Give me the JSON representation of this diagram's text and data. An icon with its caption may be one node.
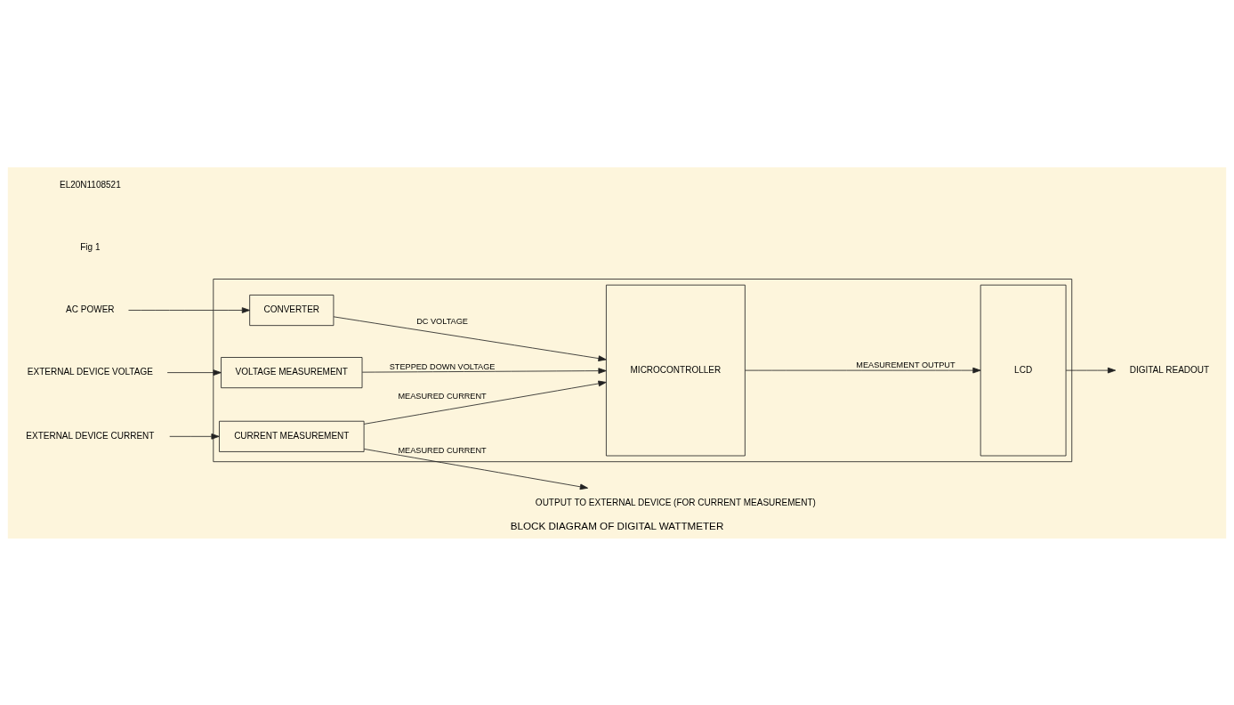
{
  "diagram": {
    "title": "BLOCK DIAGRAM OF DIGITAL WATTMETER",
    "nodes": [
      {
        "text": [],
        "shape": "box"
      },
      {
        "text": [
          "EXTERNAL DEVICE VOLTAGE"
        ]
      },
      {
        "text": [
          "VOLTAGE MEASUREMENT"
        ],
        "in": 0
      },
      {
        "text": [
          "EXTERNAL DEVICE CURRENT"
        ]
      },
      {
        "text": [
          "CURRENT MEASUREMENT"
        ],
        "in": 0
      },
      {
        "text": [
          "MICROCONTROLLER"
        ],
        "in": 0
      },
      {
        "text": [
          "CONVERTER"
        ],
        "in": 0
      },
      {
        "text": [
          "LCD"
        ],
        "in": 0
      },
      {
        "text": [
          "DIGITAL READOUT"
        ]
      },
      {
        "text": [
          "OUTPUT TO EXTERNAL DEVICE (FOR CURRENT MEASUREMENT)"
        ]
      },
      {
        "text": [
          "AC POWER"
        ]
      }
    ],
    "edges": [
      {
        "from": 1,
        "to": 2,
        "arrow": "to"
      },
      {
        "from": 2,
        "to": 5,
        "arrow": "to",
        "label": "STEPPED DOWN VOLTAGE"
      },
      {
        "from": 3,
        "to": 4,
        "arrow": "to"
      },
      {
        "from": 4,
        "to": 5,
        "arrow": "to",
        "label": "MEASURED CURRENT"
      },
      {
        "from": 5,
        "to": 7,
        "arrow": "to",
        "label": "MEASUREMENT OUTPUT"
      },
      {
        "from": 7,
        "to": 8,
        "arrow": "to"
      },
      {
        "from": 6,
        "to": 5,
        "arrow": "to",
        "label": "DC VOLTAGE"
      },
      {
        "from": 10,
        "to": 6,
        "arrow": "to"
      },
      {
        "from": 4,
        "to": 9,
        "arrow": "to",
        "label": "MEASURED CURRENT"
      }
    ],
    "labels": [
      "Fig 1",
      "EL20N1108521"
    ]
  }
}
